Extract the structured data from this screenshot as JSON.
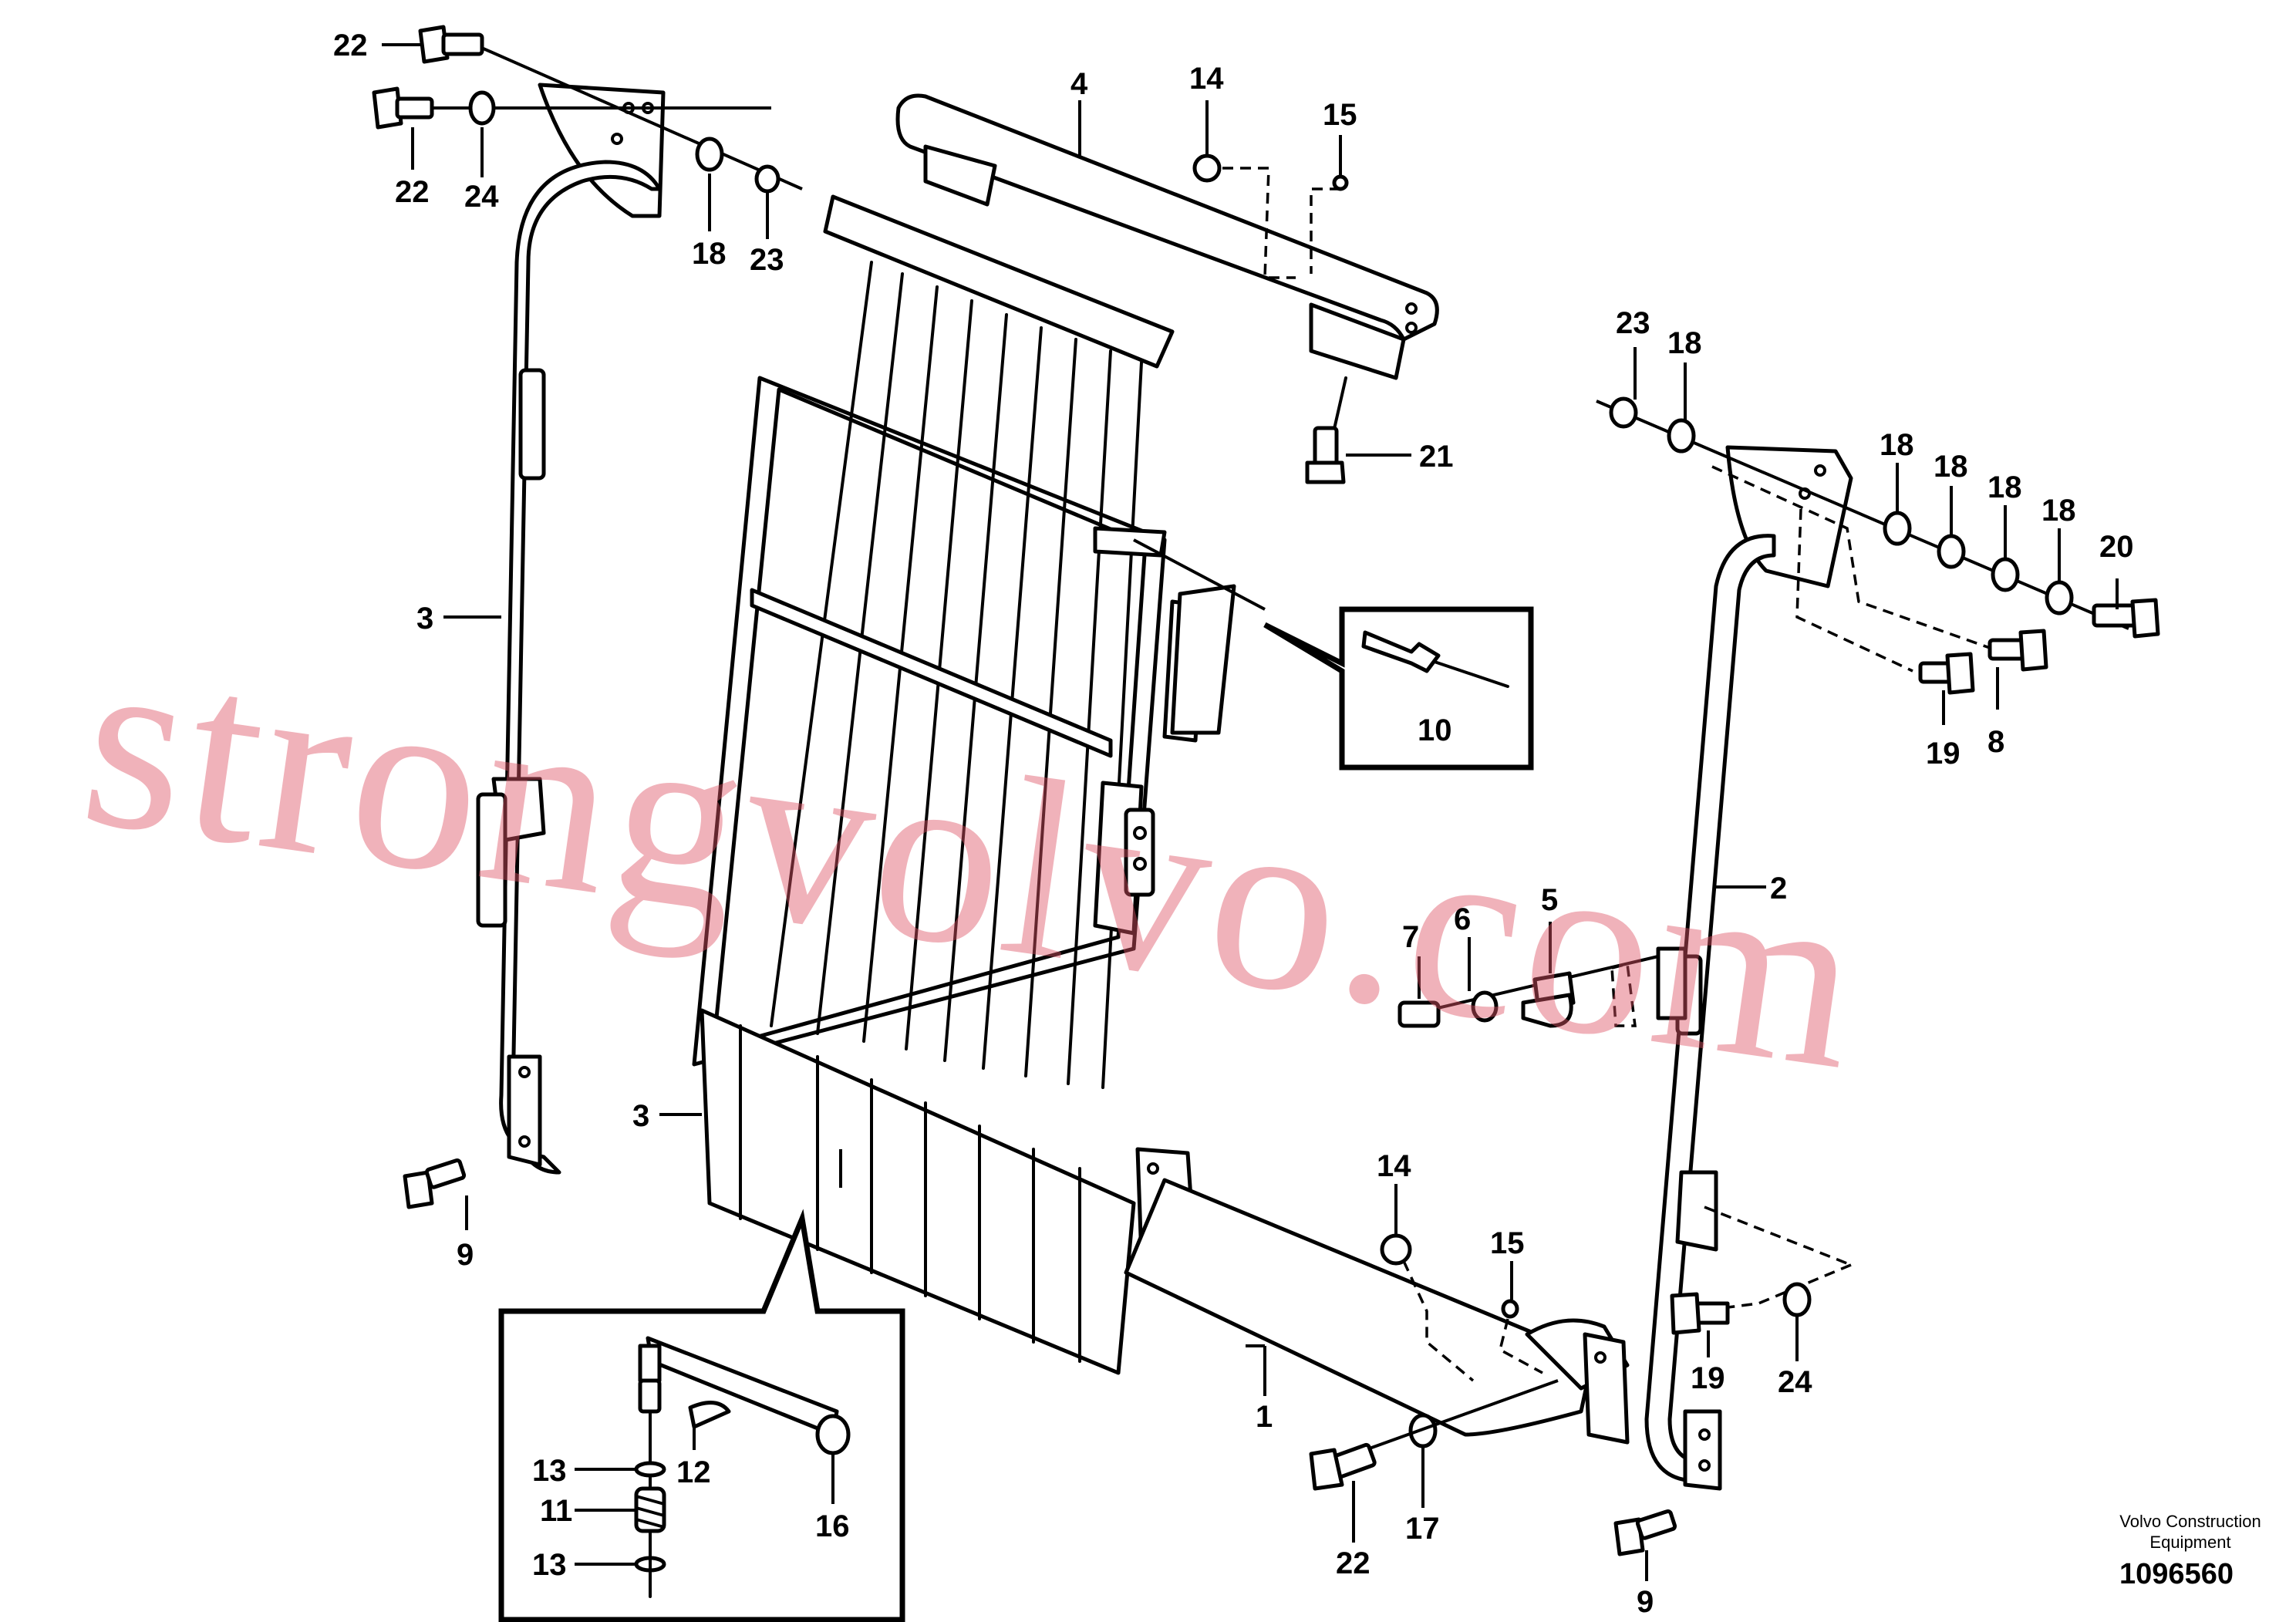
{
  "callouts": {
    "c22a": "22",
    "c22b": "22",
    "c24a": "24",
    "c18a": "18",
    "c23a": "23",
    "c4": "4",
    "c14a": "14",
    "c15a": "15",
    "c21": "21",
    "c23b": "23",
    "c18b": "18",
    "c18c": "18",
    "c18d": "18",
    "c18e": "18",
    "c18f": "18",
    "c20": "20",
    "c19a": "19",
    "c8": "8",
    "c10": "10",
    "c3a": "3",
    "c3b": "3",
    "c2": "2",
    "c9a": "9",
    "c7": "7",
    "c6": "6",
    "c5": "5",
    "c14b": "14",
    "c15b": "15",
    "c1": "1",
    "c19b": "19",
    "c24b": "24",
    "c13a": "13",
    "c12": "12",
    "c11": "11",
    "c13b": "13",
    "c16": "16",
    "c22c": "22",
    "c17": "17",
    "c9b": "9"
  },
  "watermark": "strongvolvo.com",
  "credit": {
    "line1": "Volvo Construction",
    "line2": "Equipment"
  },
  "drawing_number": "1096560",
  "colors": {
    "line": "#000000",
    "watermark": "#dd5566",
    "background": "#ffffff"
  }
}
